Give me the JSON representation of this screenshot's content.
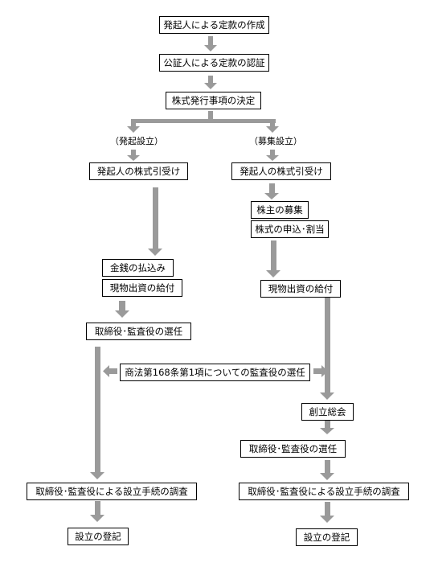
{
  "boxes": {
    "b1": "発起人による定款の作成",
    "b2": "公証人による定款の認証",
    "b3": "株式発行事項の決定",
    "left_accept": "発起人の株式引受け",
    "right_accept": "発起人の株式引受け",
    "solicit_shareholders": "株主の募集",
    "apply_allot": "株式の申込･割当",
    "money_payment": "金銭の払込み",
    "inkind_left": "現物出資の給付",
    "inkind_right": "現物出資の給付",
    "elect_left": "取締役･監査役の選任",
    "commercial_code": "商法第168条第1項についての監査役の選任",
    "founding_meeting": "創立総会",
    "elect_right": "取締役･監査役の選任",
    "inspect_left": "取締役･監査役による設立手続の調査",
    "inspect_right": "取締役･監査役による設立手続の調査",
    "register_left": "設立の登記",
    "register_right": "設立の登記"
  },
  "labels": {
    "promoter": "（発起設立）",
    "offering": "（募集設立）"
  },
  "colors": {
    "arrow": "#9a9a9a",
    "border": "#000000"
  }
}
